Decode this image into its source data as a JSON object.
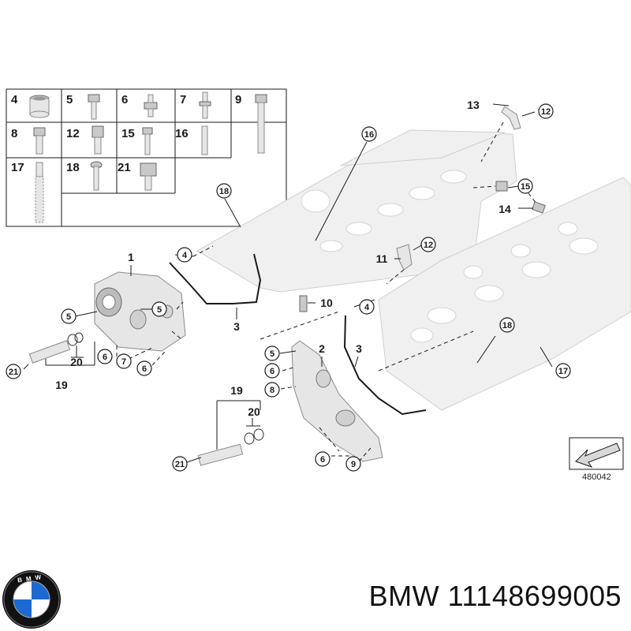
{
  "legend_table": [
    {
      "num": "4"
    },
    {
      "num": "5"
    },
    {
      "num": "6"
    },
    {
      "num": "7"
    },
    {
      "num": "9"
    },
    {
      "num": "8"
    },
    {
      "num": "12"
    },
    {
      "num": "15"
    },
    {
      "num": "16"
    },
    {
      "num": "17"
    },
    {
      "num": "18"
    },
    {
      "num": "21"
    }
  ],
  "callouts": [
    {
      "num": "13",
      "circled": false
    },
    {
      "num": "12",
      "circled": true
    },
    {
      "num": "16",
      "circled": true
    },
    {
      "num": "18",
      "circled": true
    },
    {
      "num": "15",
      "circled": true
    },
    {
      "num": "14",
      "circled": false
    },
    {
      "num": "1",
      "circled": false
    },
    {
      "num": "4",
      "circled": true
    },
    {
      "num": "12",
      "circled": true
    },
    {
      "num": "11",
      "circled": false
    },
    {
      "num": "5",
      "circled": true
    },
    {
      "num": "5",
      "circled": true
    },
    {
      "num": "10",
      "circled": false
    },
    {
      "num": "3",
      "circled": false
    },
    {
      "num": "4",
      "circled": true
    },
    {
      "num": "6",
      "circled": true
    },
    {
      "num": "7",
      "circled": true
    },
    {
      "num": "6",
      "circled": true
    },
    {
      "num": "20",
      "circled": false
    },
    {
      "num": "21",
      "circled": true
    },
    {
      "num": "19",
      "circled": false
    },
    {
      "num": "18",
      "circled": true
    },
    {
      "num": "5",
      "circled": true
    },
    {
      "num": "2",
      "circled": false
    },
    {
      "num": "3",
      "circled": false
    },
    {
      "num": "6",
      "circled": true
    },
    {
      "num": "8",
      "circled": true
    },
    {
      "num": "17",
      "circled": true
    },
    {
      "num": "19",
      "circled": false
    },
    {
      "num": "20",
      "circled": false
    },
    {
      "num": "21",
      "circled": true
    },
    {
      "num": "6",
      "circled": true
    },
    {
      "num": "9",
      "circled": true
    }
  ],
  "diagram_ref": "480042",
  "footer": {
    "brand": "BMW",
    "part_number": "11148699005"
  },
  "logo": {
    "text": "BMW",
    "colors": {
      "blue": "#1c69d4",
      "ring": "#111111",
      "white": "#ffffff"
    }
  }
}
